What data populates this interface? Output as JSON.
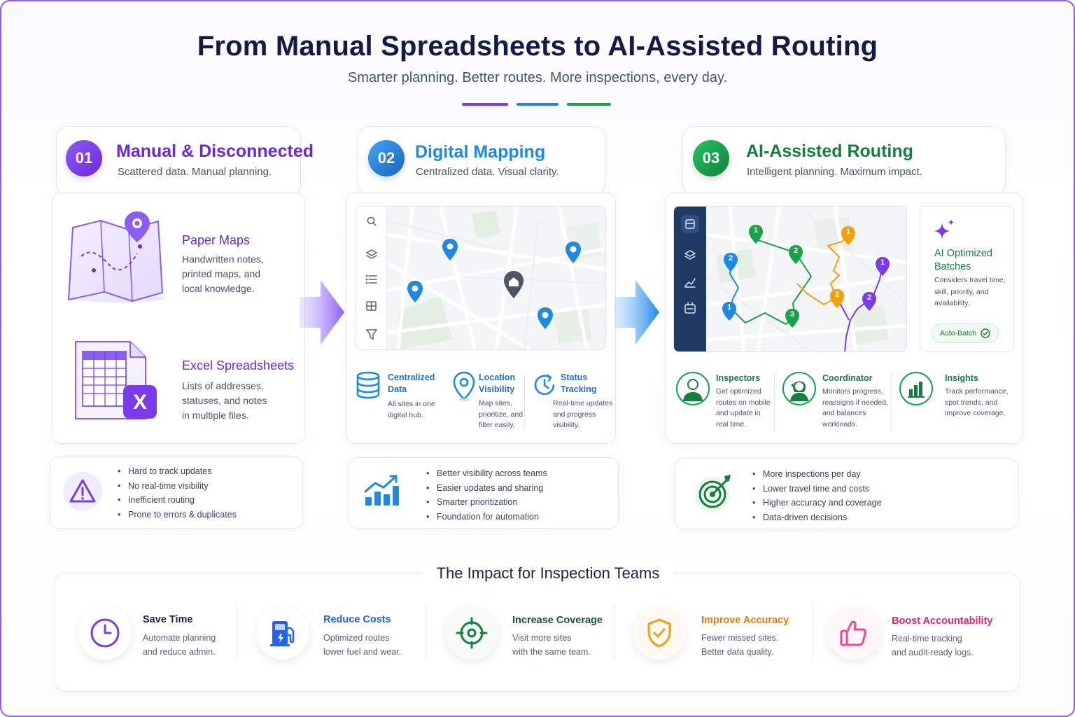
{
  "header": {
    "title": "From Manual Spreadsheets to AI-Assisted Routing",
    "subtitle": "Smarter planning. Better routes. More inspections, every day."
  },
  "stages": [
    {
      "number": "01",
      "title": "Manual & Disconnected",
      "subtitle": "Scattered data. Manual planning.",
      "items": [
        {
          "title": "Paper Maps",
          "desc": [
            "Handwritten notes,",
            "printed maps, and",
            "local knowledge."
          ]
        },
        {
          "title": "Excel Spreadsheets",
          "desc": [
            "Lists of addresses,",
            "statuses, and notes",
            "in multiple files."
          ]
        }
      ],
      "bullets": [
        "Hard to track updates",
        "No real-time visibility",
        "Inefficient routing",
        "Prone to errors & duplicates"
      ]
    },
    {
      "number": "02",
      "title": "Digital Mapping",
      "subtitle": "Centralized data. Visual clarity.",
      "features": [
        {
          "title": [
            "Centralized",
            "Data"
          ],
          "desc": [
            "All sites in one",
            "digital hub."
          ]
        },
        {
          "title": [
            "Location",
            "Visibility"
          ],
          "desc": [
            "Map sites,",
            "prioritize, and",
            "filter easily."
          ]
        },
        {
          "title": [
            "Status",
            "Tracking"
          ],
          "desc": [
            "Real-time updates",
            "and progress",
            "visibility."
          ]
        }
      ],
      "bullets": [
        "Better visibility across teams",
        "Easier updates and sharing",
        "Smarter prioritization",
        "Foundation for automation"
      ]
    },
    {
      "number": "03",
      "title": "AI-Assisted Routing",
      "subtitle": "Intelligent planning. Maximum impact.",
      "ai_card": {
        "title": [
          "AI Optimized",
          "Batches"
        ],
        "desc": [
          "Considers travel time,",
          "skill, priority, and",
          "availability."
        ],
        "button": "Auto-Batch"
      },
      "route_labels": {
        "green": [
          "1",
          "2",
          "3"
        ],
        "blue": [
          "2",
          "1"
        ],
        "orange": [
          "1",
          "2"
        ],
        "purple": [
          "1",
          "2"
        ]
      },
      "features": [
        {
          "title": "Inspectors",
          "desc": [
            "Get optimized",
            "routes on mobile",
            "and update in",
            "real time."
          ]
        },
        {
          "title": "Coordinator",
          "desc": [
            "Monitors progress,",
            "reassigns if needed,",
            "and balances",
            "workloads."
          ]
        },
        {
          "title": "Insights",
          "desc": [
            "Track performance,",
            "spot trends, and",
            "improve coverage."
          ]
        }
      ],
      "bullets": [
        "More inspections per day",
        "Lower travel time and costs",
        "Higher accuracy and coverage",
        "Data-driven decisions"
      ]
    }
  ],
  "impact": {
    "title": "The Impact for Inspection Teams",
    "items": [
      {
        "title": "Save Time",
        "desc": [
          "Automate planning",
          "and reduce admin."
        ],
        "color": "#1f2440",
        "accent": "#7c3aed"
      },
      {
        "title": "Reduce Costs",
        "desc": [
          "Optimized routes",
          "lower fuel and wear."
        ],
        "color": "#2563eb",
        "accent": "#2563eb"
      },
      {
        "title": "Increase Coverage",
        "desc": [
          "Visit more sites",
          "with the same team."
        ],
        "color": "#14532d",
        "accent": "#15803d"
      },
      {
        "title": "Improve Accuracy",
        "desc": [
          "Fewer missed sites.",
          "Better data quality."
        ],
        "color": "#ea7a0c",
        "accent": "#f59e0b"
      },
      {
        "title": "Boost Accountability",
        "desc": [
          "Real-time tracking",
          "and audit-ready logs."
        ],
        "color": "#db2777",
        "accent": "#ec4899"
      }
    ]
  },
  "colors": {
    "purple": "#7c3aed",
    "blue": "#1e88e5",
    "green": "#16a34a",
    "orange": "#f59e0b",
    "navy": "#1f3a63"
  }
}
